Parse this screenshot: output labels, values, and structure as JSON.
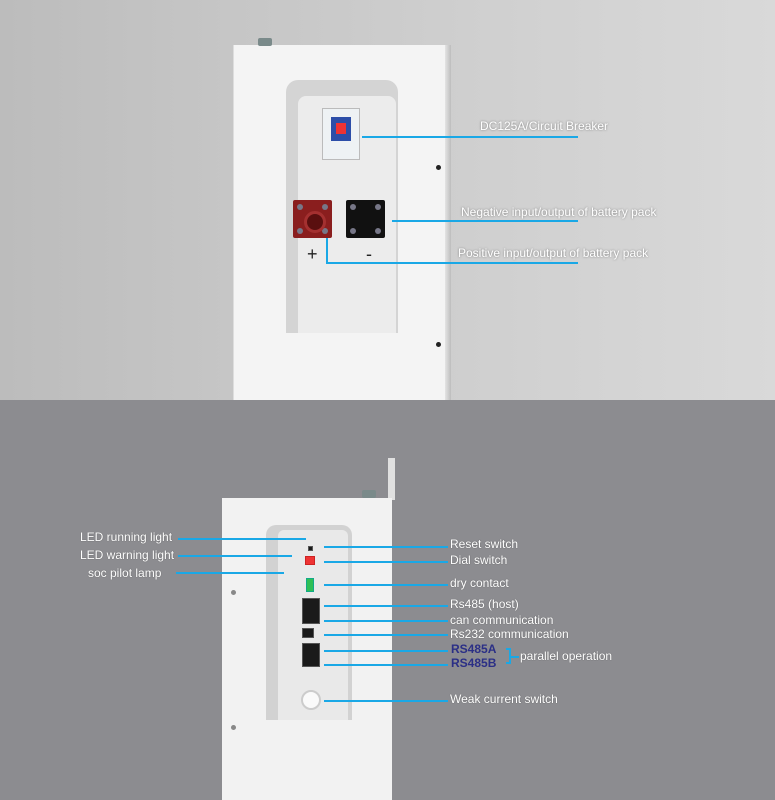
{
  "top_callouts": {
    "breaker": "DC125A/Circuit Breaker",
    "negative": "Negative input/output of battery pack",
    "positive": "Positive input/output of battery pack",
    "plus_sign": "+",
    "minus_sign": "-"
  },
  "bottom_left_callouts": [
    "LED running light",
    "LED warning light",
    "soc pilot lamp"
  ],
  "bottom_right_callouts": [
    "Reset switch",
    "Dial switch",
    "dry contact",
    "Rs485 (host)",
    "can communication",
    "Rs232 communication"
  ],
  "parallel": {
    "a": "RS485A",
    "b": "RS485B",
    "label": "parallel operation"
  },
  "weak_switch": "Weak current switch",
  "colors": {
    "callout_line": "#1aa8e6",
    "rs485_text": "#2b2f86",
    "terminal_positive": "#8a1e1e",
    "terminal_negative": "#111111"
  }
}
